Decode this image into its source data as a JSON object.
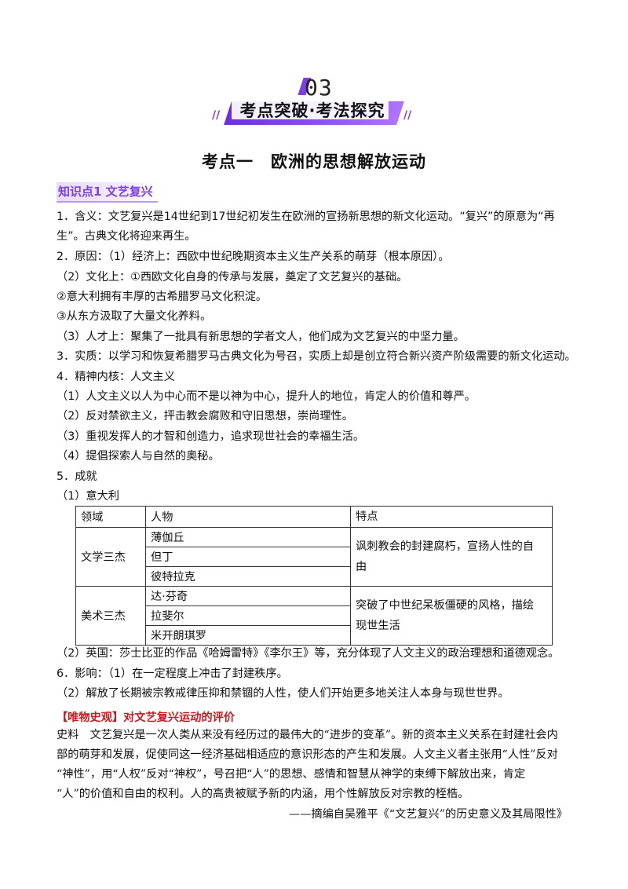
{
  "section": {
    "number": "03",
    "title": "考点突破·考法探究",
    "slashes": "//"
  },
  "heading": "考点一　欧洲的思想解放运动",
  "knowledge_point": "知识点1 文艺复兴",
  "lines": [
    "1．含义：文艺复兴是14世纪到17世纪初发生在欧洲的宣扬新思想的新文化运动。“复兴”的原意为“再",
    "生”。古典文化将迎来再生。",
    "2．原因：（1）经济上：西欧中世纪晚期资本主义生产关系的萌芽（根本原因）。",
    "（2）文化上：①西欧文化自身的传承与发展，奠定了文艺复兴的基础。",
    "②意大利拥有丰厚的古希腊罗马文化积淀。",
    "③从东方汲取了大量文化养料。",
    "（3）人才上：聚集了一批具有新思想的学者文人，他们成为文艺复兴的中坚力量。",
    "3．实质：以学习和恢复希腊罗马古典文化为号召，实质上却是创立符合新兴资产阶级需要的新文化运动。",
    "4．精神内核：人文主义",
    "（1）人文主义以人为中心而不是以神为中心，提升人的地位，肯定人的价值和尊严。",
    "（2）反对禁欲主义，抨击教会腐败和守旧思想，崇尚理性。",
    "（3）重视发挥人的才智和创造力，追求现世社会的幸福生活。",
    "（4）提倡探索人与自然的奥秘。",
    "5．成就",
    "（1）意大利"
  ],
  "table": {
    "headers": [
      "领域",
      "人物",
      "特点"
    ],
    "groups": [
      {
        "field": "文学三杰",
        "people": [
          "薄伽丘",
          "但丁",
          "彼特拉克"
        ],
        "feature": [
          "讽刺教会的封建腐朽，宣扬人性的自",
          "由"
        ]
      },
      {
        "field": "美术三杰",
        "people": [
          "达·芬奇",
          "拉斐尔",
          "米开朗琪罗"
        ],
        "feature": [
          "突破了中世纪呆板僵硬的风格，描绘",
          "现世生活"
        ]
      }
    ]
  },
  "after_lines": [
    "（2）英国：莎士比亚的作品《哈姆雷特》《李尔王》等，充分体现了人文主义的政治理想和道德观念。",
    "6．影响：（1）在一定程度上冲击了封建秩序。",
    "（2）解放了长期被宗教戒律压抑和禁锢的人性，使人们开始更多地关注人本身与现世世界。"
  ],
  "material": {
    "title": "【唯物史观】对文艺复兴运动的评价",
    "lines": [
      "史料　文艺复兴是一次人类从来没有经历过的最伟大的“进步的变革”。新的资本主义关系在封建社会内",
      "部的萌芽和发展，促使同这一经济基础相适应的意识形态的产生和发展。人文主义者主张用“人性”反对",
      "“神性”，用“人权”反对“神权”，号召把“人”的思想、感情和智慧从神学的束缚下解放出来，肯定",
      "“人”的价值和自由的权利。人的高贵被赋予新的内涵，用个性解放反对宗教的桎梏。"
    ],
    "source": "——摘编自吴雅平《“文艺复兴”的历史意义及其局限性》"
  },
  "colors": {
    "accent": "#7b3fe4",
    "red": "#c8191f"
  }
}
